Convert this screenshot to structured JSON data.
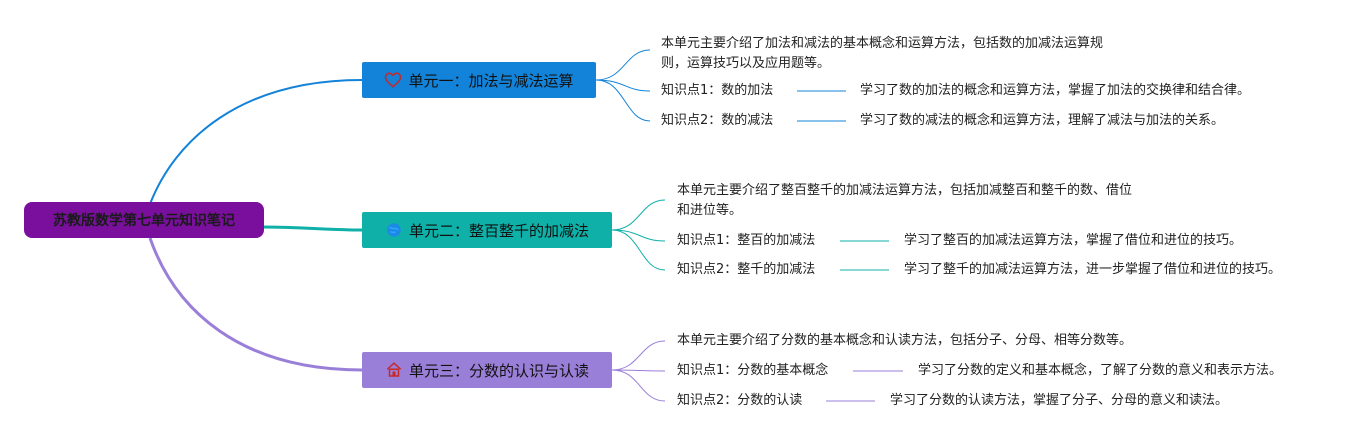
{
  "root": {
    "label": "苏教版数学第七单元知识笔记",
    "color": "#7a0f9e"
  },
  "units": [
    {
      "title": "单元一：加法与减法运算",
      "icon": "heart-icon",
      "color": "#1283d8",
      "summary_lines": [
        "本单元主要介绍了加法和减法的基本概念和运算方法，包括数的加减法运算规",
        "则，运算技巧以及应用题等。"
      ],
      "points": [
        {
          "label": "知识点1：数的加法",
          "detail": "学习了数的加法的概念和运算方法，掌握了加法的交换律和结合律。"
        },
        {
          "label": "知识点2：数的减法",
          "detail": "学习了数的减法的概念和运算方法，理解了减法与加法的关系。"
        }
      ]
    },
    {
      "title": "单元二：整百整千的加减法",
      "icon": "globe-icon",
      "color": "#0fb0a8",
      "summary_lines": [
        "本单元主要介绍了整百整千的加减法运算方法，包括加减整百和整千的数、借位",
        "和进位等。"
      ],
      "points": [
        {
          "label": "知识点1：整百的加减法",
          "detail": "学习了整百的加减法运算方法，掌握了借位和进位的技巧。"
        },
        {
          "label": "知识点2：整千的加减法",
          "detail": "学习了整千的加减法运算方法，进一步掌握了借位和进位的技巧。"
        }
      ]
    },
    {
      "title": "单元三：分数的认识与认读",
      "icon": "house-icon",
      "color": "#9a7fd8",
      "summary_lines": [
        "本单元主要介绍了分数的基本概念和认读方法，包括分子、分母、相等分数等。"
      ],
      "points": [
        {
          "label": "知识点1：分数的基本概念",
          "detail": "学习了分数的定义和基本概念，了解了分数的意义和表示方法。"
        },
        {
          "label": "知识点2：分数的认读",
          "detail": "学习了分数的认读方法，掌握了分子、分母的意义和读法。"
        }
      ]
    }
  ]
}
